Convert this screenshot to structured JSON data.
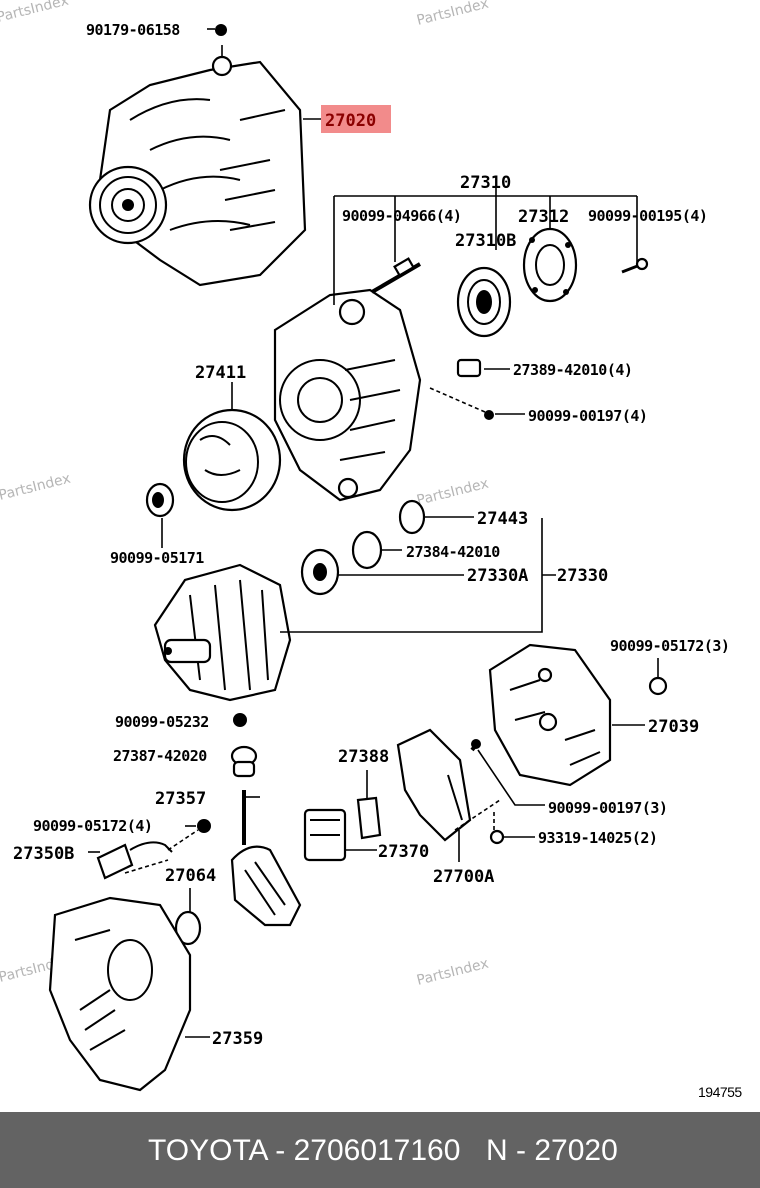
{
  "watermark": "PartsIndex",
  "diagram_id": "194755",
  "highlighted_part": "27020",
  "labels": {
    "p90179_06158": "90179-06158",
    "p27020": "27020",
    "p27310": "27310",
    "p90099_04966": "90099-04966(4)",
    "p27312": "27312",
    "p90099_00195": "90099-00195(4)",
    "p27310B": "27310B",
    "p27389_42010": "27389-42010(4)",
    "p90099_00197_4": "90099-00197(4)",
    "p27411": "27411",
    "p90099_05171": "90099-05171",
    "p27443": "27443",
    "p27384_42010": "27384-42010",
    "p27330A": "27330A",
    "p27330": "27330",
    "p90099_05172_3": "90099-05172(3)",
    "p27039": "27039",
    "p90099_05232": "90099-05232",
    "p27387_42020": "27387-42020",
    "p27388": "27388",
    "p27357": "27357",
    "p90099_05172_4": "90099-05172(4)",
    "p27350B": "27350B",
    "p27064": "27064",
    "p27370": "27370",
    "p90099_00197_3": "90099-00197(3)",
    "p93319_14025": "93319-14025(2)",
    "p27700A": "27700A",
    "p27359": "27359"
  },
  "footer": {
    "brand_part": "TOYOTA - 2706017160",
    "ref": "N - 27020"
  }
}
